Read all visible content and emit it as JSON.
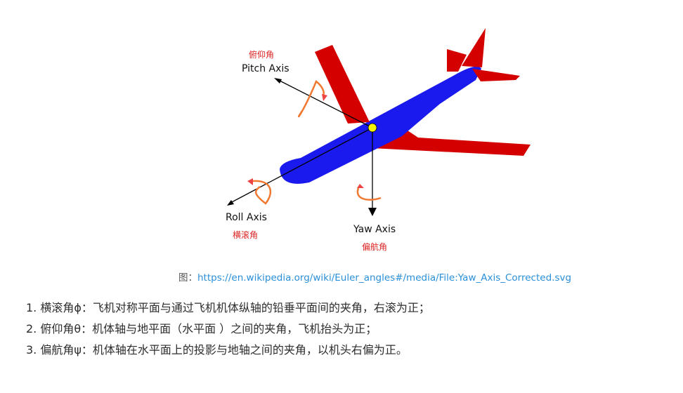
{
  "figure": {
    "labels": {
      "pitch_cn": "俯仰角",
      "pitch_en": "Pitch Axis",
      "roll_en": "Roll Axis",
      "roll_cn": "横滚角",
      "yaw_en": "Yaw Axis",
      "yaw_cn": "偏航角"
    },
    "colors": {
      "fuselage": "#1a1aee",
      "wings": "#d40000",
      "rotation_arrow": "#f07830",
      "arrowhead": "#ee4444",
      "cn_label": "#dd2222",
      "center": "#f4f400"
    }
  },
  "caption": {
    "prefix": "图：",
    "link": "https://en.wikipedia.org/wiki/Euler_angles#/media/File:Yaw_Axis_Corrected.svg"
  },
  "list": [
    "1. 横滚角ϕ：飞机对称平面与通过飞机机体纵轴的铅垂平面间的夹角，右滚为正；",
    "2. 俯仰角θ：机体轴与地平面（水平面 ）之间的夹角，飞机抬头为正；",
    "3. 偏航角ψ：机体轴在水平面上的投影与地轴之间的夹角，以机头右偏为正。"
  ]
}
